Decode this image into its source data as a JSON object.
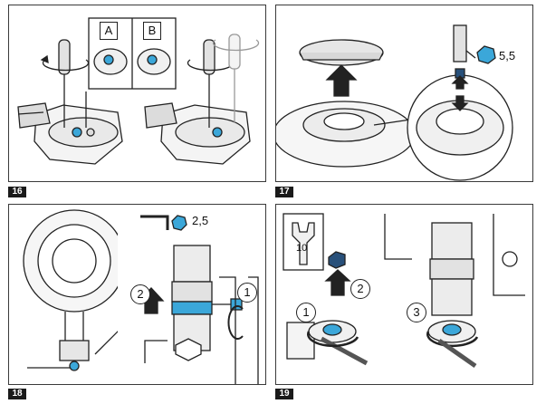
{
  "figures": [
    {
      "number": "16",
      "labels": {
        "a": "A",
        "b": "B"
      }
    },
    {
      "number": "17",
      "size": "5,5"
    },
    {
      "number": "18",
      "size": "2,5",
      "steps": [
        "1",
        "2"
      ]
    },
    {
      "number": "19",
      "wrench": "10",
      "steps": [
        "1",
        "2",
        "3"
      ]
    }
  ],
  "colors": {
    "accent_blue": "#3ba7d9",
    "line": "#222222",
    "panel_border": "#3a3a3a"
  }
}
